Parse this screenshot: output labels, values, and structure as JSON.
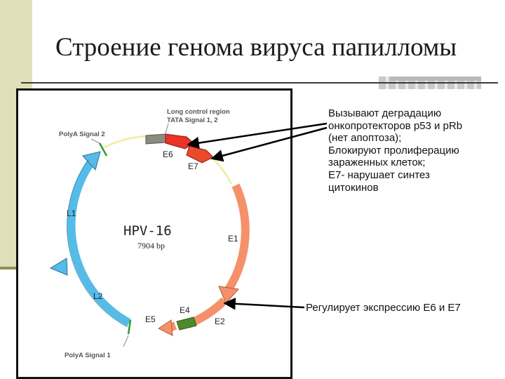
{
  "slide": {
    "title": "Строение генома вируса папилломы"
  },
  "diagram": {
    "virus_name": "HPV-16",
    "genome_size": "7904 bp",
    "labels": {
      "long_control_region": "Long control region",
      "tata_signal": "TATA Signal 1, 2",
      "polya_signal_2": "PolyA Signal 2",
      "polya_signal_1": "PolyA Signal 1"
    },
    "genes": {
      "e6": "E6",
      "e7": "E7",
      "e1": "E1",
      "e2": "E2",
      "e4": "E4",
      "e5": "E5",
      "l1": "L1",
      "l2": "L2"
    },
    "colors": {
      "early_orange": "#f4916a",
      "e6_red": "#e8322a",
      "e4_green": "#4f8a2a",
      "lcr_gray": "#8c8c7c",
      "late_blue": "#55bce8",
      "signal_green": "#2a9a3a",
      "lcr_line": "#f1efaa"
    }
  },
  "annotations": {
    "e6_e7_effects": [
      "Вызывают деградацию",
      "онкопротекторов p53 и pRb",
      "(нет апоптоза);",
      "Блокируют пролиферацию",
      "зараженных клеток;",
      "E7- нарушает синтез",
      "цитокинов"
    ],
    "e2_effect": "Регулирует экспрессию E6 и E7"
  }
}
